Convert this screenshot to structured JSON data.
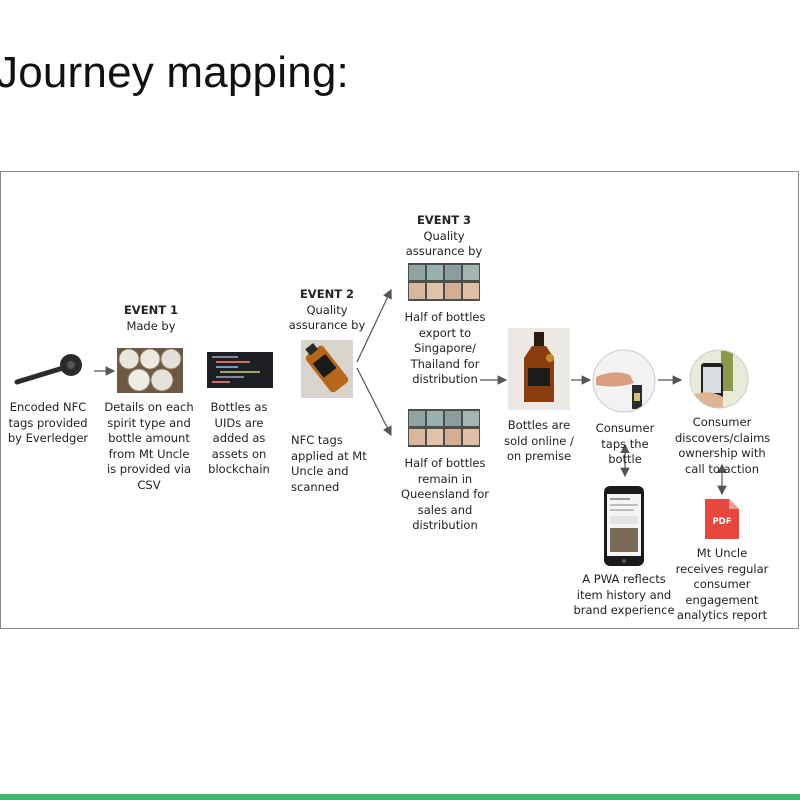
{
  "slide": {
    "title": "Journey mapping:"
  },
  "colors": {
    "accent_bar": "#3cb870",
    "pdf_red": "#e8473e",
    "arrow": "#555555"
  },
  "diagram": {
    "nfc_tags": "Encoded NFC tags provided by Everledger",
    "event1": {
      "heading": "EVENT 1",
      "sub": "Made by"
    },
    "details_csv": "Details on each spirit type and bottle amount from Mt Uncle is provided via CSV",
    "uids_blockchain": "Bottles as UIDs are added as assets on blockchain",
    "event2": {
      "heading": "EVENT 2",
      "sub": "Quality assurance  by"
    },
    "nfc_applied": "NFC tags applied at Mt Uncle and scanned",
    "event3": {
      "heading": "EVENT 3",
      "sub": "Quality assurance  by"
    },
    "export_half": "Half of bottles export to Singapore/ Thailand for distribution",
    "remain_half": "Half of bottles remain in Queensland for sales and distribution",
    "bottles_sold": "Bottles are sold online / on premise",
    "consumer_taps": "Consumer taps the bottle",
    "consumer_claims": "Consumer discovers/claims ownership with call to action",
    "pwa": "A PWA reflects item history and brand experience",
    "report": "Mt Uncle receives regular consumer engagement analytics report",
    "pdf_icon_text": "PDF"
  },
  "icons": [
    "nfc-tag-icon",
    "barrels-photo",
    "code-screen-photo",
    "bottle-closeup-photo",
    "crates-photo",
    "whisky-bottle-photo",
    "hand-tap-photo",
    "phone-claim-photo",
    "mobile-phone-icon",
    "pdf-icon"
  ]
}
